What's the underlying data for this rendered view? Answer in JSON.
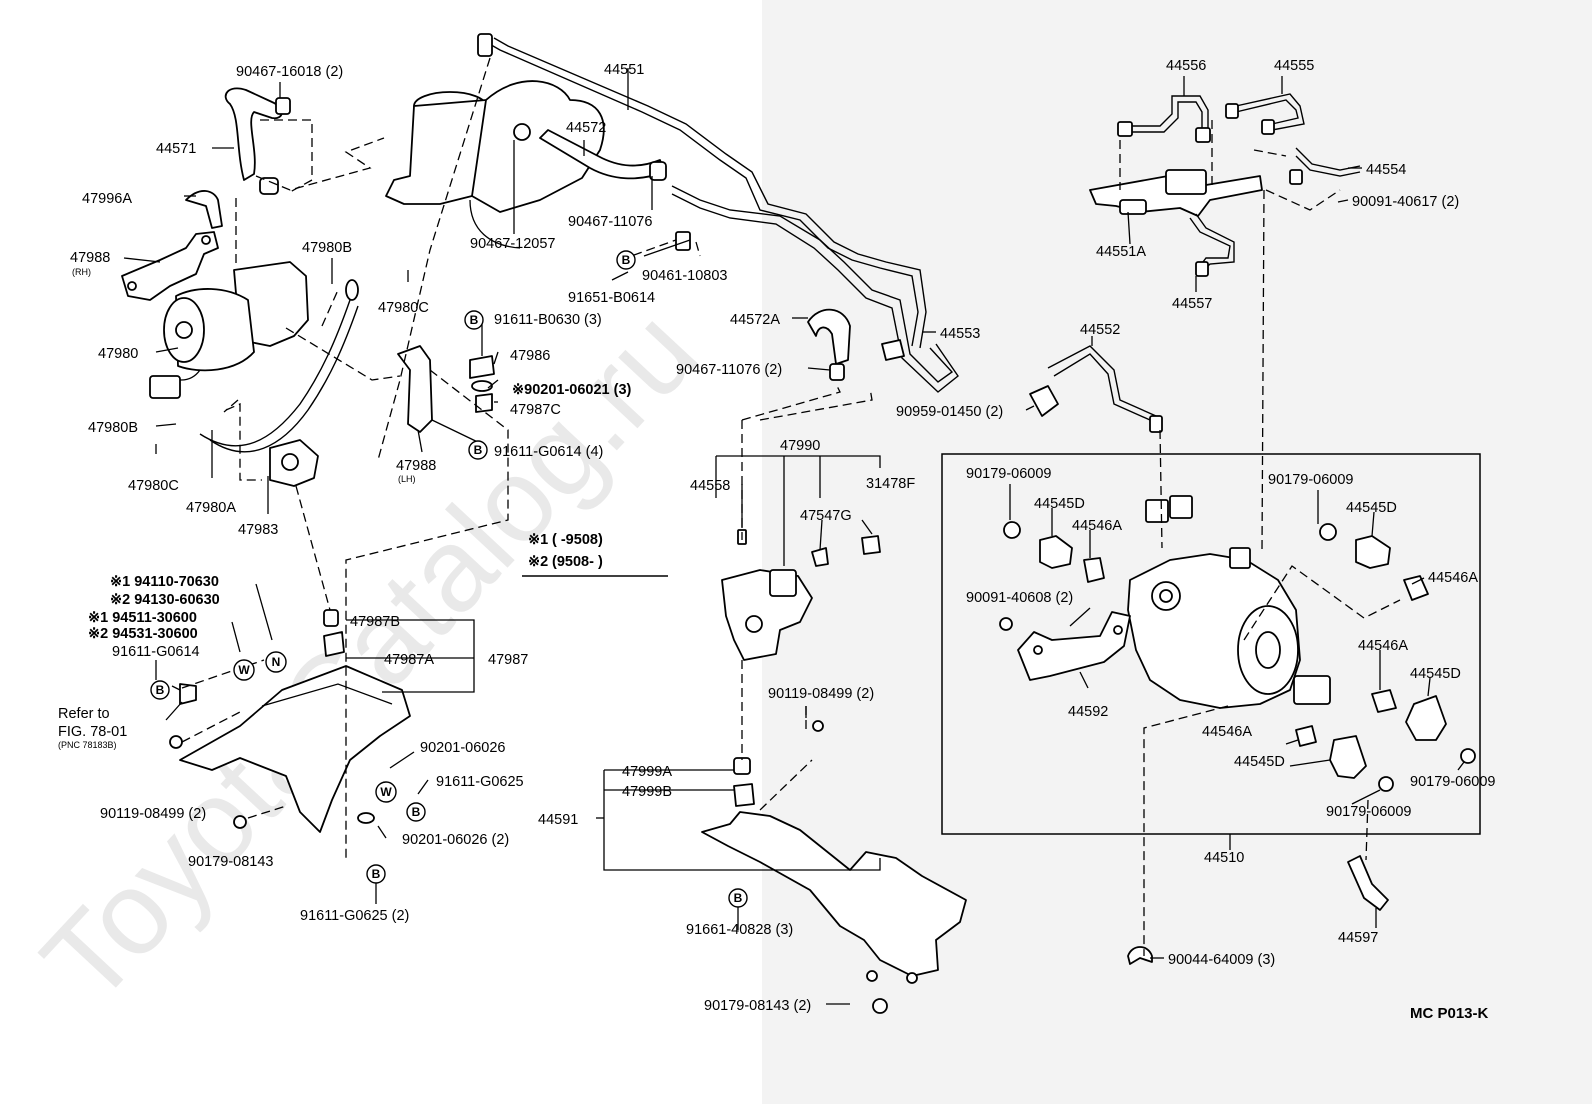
{
  "watermark": "ToyotaCatalog.ru",
  "figure_code": "MC P013-K",
  "applicability": [
    {
      "mark": "※1",
      "range": "(        -9508)"
    },
    {
      "mark": "※2",
      "range": "(9508-         )"
    }
  ],
  "labels": {
    "p90467_16018": "90467-16018 (2)",
    "p44571": "44571",
    "p47996A": "47996A",
    "p47988_rh": "47988",
    "rh": "(RH)",
    "p47980": "47980",
    "p47980B_1": "47980B",
    "p47980C_1": "47980C",
    "p47980B_2": "47980B",
    "p47980C_2": "47980C",
    "p47980A": "47980A",
    "p47983": "47983",
    "p90467_12057": "90467-12057",
    "p44572": "44572",
    "p44551": "44551",
    "p90467_11076": "90467-11076",
    "p90461_10803": "90461-10803",
    "p91651_B0614": "91651-B0614",
    "p91611_B0630": "91611-B0630 (3)",
    "p47986": "47986",
    "p90201_06021": "※90201-06021 (3)",
    "p47987C": "47987C",
    "p91611_G0614_4": "91611-G0614 (4)",
    "p47988_lh": "47988",
    "lh": "(LH)",
    "p44572A": "44572A",
    "p90467_11076_2": "90467-11076 (2)",
    "p44553": "44553",
    "p90959_01450": "90959-01450 (2)",
    "p44552": "44552",
    "p47990": "47990",
    "p44558": "44558",
    "p47547G": "47547G",
    "p31478F": "31478F",
    "p44556": "44556",
    "p44555": "44555",
    "p44554": "44554",
    "p90091_40617": "90091-40617 (2)",
    "p44551A": "44551A",
    "p44557": "44557",
    "s1_a": "※1 94110-70630",
    "s2_a": "※2 94130-60630",
    "s1_b": "※1 94511-30600",
    "s2_b": "※2 94531-30600",
    "p91611_G0614": "91611-G0614",
    "refer1": "Refer to",
    "refer2": "FIG. 78-01",
    "refer3": "(PNC 78183B)",
    "p47987B": "47987B",
    "p47987A": "47987A",
    "p47987": "47987",
    "p90201_06026": "90201-06026",
    "p91611_G0625": "91611-G0625",
    "p90201_06026_2": "90201-06026 (2)",
    "p90119_08499_2L": "90119-08499 (2)",
    "p90179_08143": "90179-08143",
    "p91611_G0625_2": "91611-G0625 (2)",
    "p90119_08499_2M": "90119-08499 (2)",
    "p47999A": "47999A",
    "p47999B": "47999B",
    "p44591": "44591",
    "p91661_40828": "91661-40828 (3)",
    "p90179_08143_2": "90179-08143 (2)",
    "p90179_06009_a": "90179-06009",
    "p44545D_a": "44545D",
    "p44546A_a": "44546A",
    "p90091_40608": "90091-40608 (2)",
    "p44592": "44592",
    "p90179_06009_b": "90179-06009",
    "p44545D_b": "44545D",
    "p44546A_b": "44546A",
    "p44546A_c": "44546A",
    "p44545D_c": "44545D",
    "p44546A_d": "44546A",
    "p44545D_d": "44545D",
    "p90179_06009_c": "90179-06009",
    "p90179_06009_d": "90179-06009",
    "p44510": "44510",
    "p44597": "44597",
    "p90044_64009": "90044-64009 (3)"
  },
  "symbols": {
    "B": "B",
    "W": "W",
    "N": "N"
  }
}
